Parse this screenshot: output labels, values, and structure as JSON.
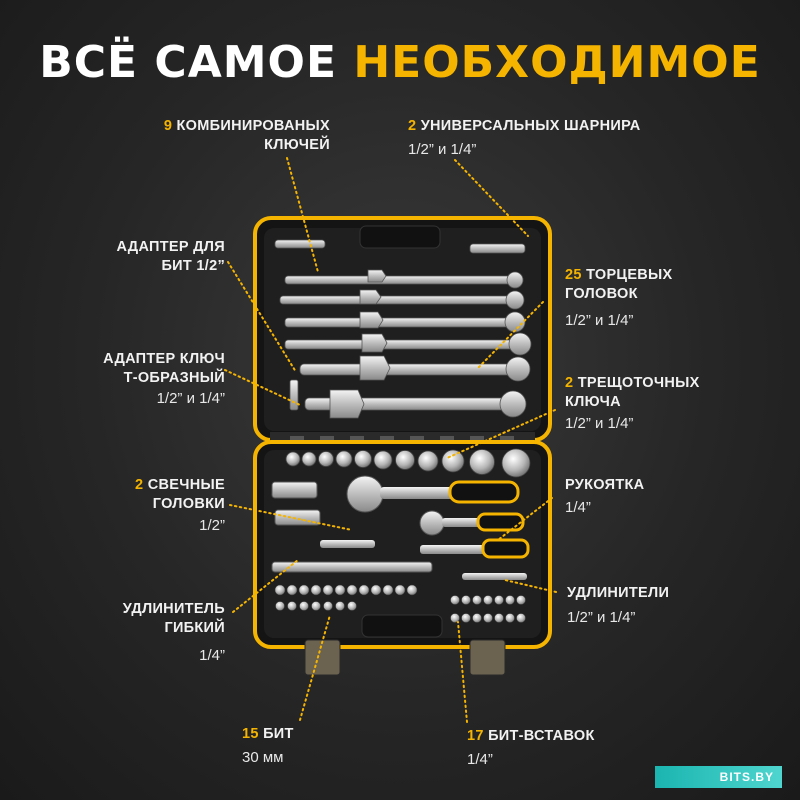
{
  "title": {
    "part1": "ВСЁ САМОЕ",
    "part2": "НЕОБХОДИМОЕ"
  },
  "labels": {
    "combo_wrenches": {
      "num": "9",
      "text1": "КОМБИНИРОВАНЫХ",
      "text2": "КЛЮЧЕЙ"
    },
    "universal_joints": {
      "num": "2",
      "text": "УНИВЕРСАЛЬНЫХ ШАРНИРА",
      "size": "1/2” и 1/4”"
    },
    "bit_adapter": {
      "text1": "АДАПТЕР ДЛЯ",
      "text2": "БИТ 1/2”"
    },
    "sockets": {
      "num": "25",
      "text1": "ТОРЦЕВЫХ",
      "text2": "ГОЛОВОК",
      "size": "1/2” и 1/4”"
    },
    "t_adapter": {
      "text1": "АДАПТЕР КЛЮЧ",
      "text2": "Т-ОБРАЗНЫЙ",
      "size": "1/2” и 1/4”"
    },
    "ratchets": {
      "num": "2",
      "text1": "ТРЕЩОТОЧНЫХ",
      "text2": "КЛЮЧА",
      "size": "1/2” и 1/4”"
    },
    "spark_sockets": {
      "num": "2",
      "text1": "СВЕЧНЫЕ",
      "text2": "ГОЛОВКИ",
      "size": "1/2”"
    },
    "handle": {
      "text": "РУКОЯТКА",
      "size": "1/4”"
    },
    "flex_extension": {
      "text1": "УДЛИНИТЕЛЬ",
      "text2": "ГИБКИЙ",
      "size": "1/4”"
    },
    "extensions": {
      "text": "УДЛИНИТЕЛИ",
      "size": "1/2” и 1/4”"
    },
    "bits": {
      "num": "15",
      "text": "БИТ",
      "size": "30 мм"
    },
    "bit_inserts": {
      "num": "17",
      "text": "БИТ-ВСТАВОК",
      "size": "1/4”"
    }
  },
  "watermark": "BITS.BY",
  "colors": {
    "accent": "#f5b400",
    "case": "#1b1b1b",
    "metal": "#d9d9d9"
  }
}
